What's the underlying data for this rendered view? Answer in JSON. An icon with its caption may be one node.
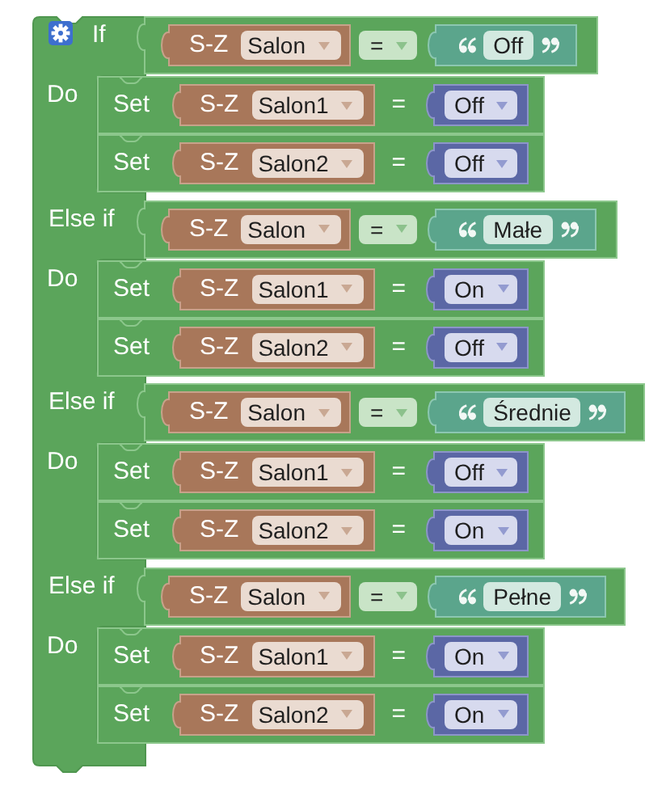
{
  "diagram": {
    "nodes": [
      {
        "text": [
          "If",
          "Do",
          "Else if",
          "Do",
          "Else if",
          "Do",
          "Else if",
          "Do"
        ]
      },
      {
        "text": [
          "="
        ]
      },
      {
        "text": [
          "S-Z",
          "Salon"
        ],
        "in": 1
      },
      {
        "text": [
          "Off"
        ],
        "in": 1
      },
      {
        "text": [
          "Set",
          "="
        ]
      },
      {
        "text": [
          "S-Z",
          "Salon1"
        ],
        "in": 4
      },
      {
        "text": [
          "Off"
        ],
        "in": 4
      },
      {
        "text": [
          "Set",
          "="
        ]
      },
      {
        "text": [
          "S-Z",
          "Salon2"
        ],
        "in": 7
      },
      {
        "text": [
          "Off"
        ],
        "in": 7
      },
      {
        "text": [
          "="
        ]
      },
      {
        "text": [
          "S-Z",
          "Salon"
        ],
        "in": 10
      },
      {
        "text": [
          "Małe"
        ],
        "in": 10
      },
      {
        "text": [
          "Set",
          "="
        ]
      },
      {
        "text": [
          "S-Z",
          "Salon1"
        ],
        "in": 13
      },
      {
        "text": [
          "On"
        ],
        "in": 13
      },
      {
        "text": [
          "Set",
          "="
        ]
      },
      {
        "text": [
          "S-Z",
          "Salon2"
        ],
        "in": 16
      },
      {
        "text": [
          "Off"
        ],
        "in": 16
      },
      {
        "text": [
          "="
        ]
      },
      {
        "text": [
          "S-Z",
          "Salon"
        ],
        "in": 19
      },
      {
        "text": [
          "Średnie"
        ],
        "in": 19
      },
      {
        "text": [
          "Set",
          "="
        ]
      },
      {
        "text": [
          "S-Z",
          "Salon1"
        ],
        "in": 22
      },
      {
        "text": [
          "Off"
        ],
        "in": 22
      },
      {
        "text": [
          "Set",
          "="
        ]
      },
      {
        "text": [
          "S-Z",
          "Salon2"
        ],
        "in": 25
      },
      {
        "text": [
          "On"
        ],
        "in": 25
      },
      {
        "text": [
          "="
        ]
      },
      {
        "text": [
          "S-Z",
          "Salon"
        ],
        "in": 28
      },
      {
        "text": [
          "Pełne"
        ],
        "in": 28
      },
      {
        "text": [
          "Set",
          "="
        ]
      },
      {
        "text": [
          "S-Z",
          "Salon1"
        ],
        "in": 31
      },
      {
        "text": [
          "On"
        ],
        "in": 31
      },
      {
        "text": [
          "Set",
          "="
        ]
      },
      {
        "text": [
          "S-Z",
          "Salon2"
        ],
        "in": 34
      },
      {
        "text": [
          "On"
        ],
        "in": 34
      }
    ]
  }
}
